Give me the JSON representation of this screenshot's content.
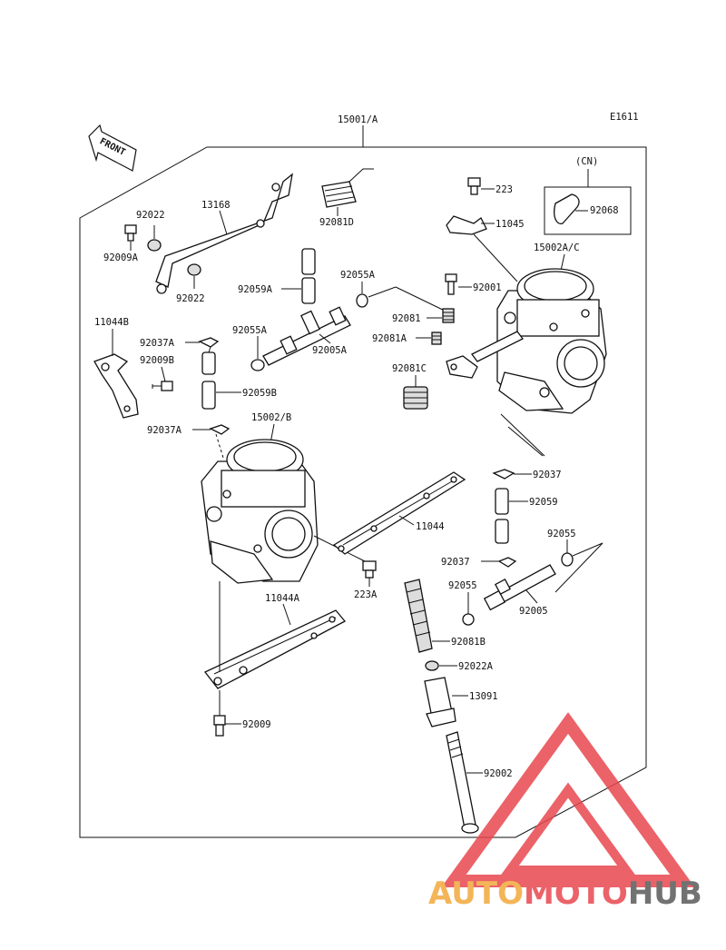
{
  "diagram_code": "E1611",
  "front_label": "FRONT",
  "assembly_label": "15001/A",
  "variant_label": "(CN)",
  "parts": {
    "p223": "223",
    "p11045": "11045",
    "p92068": "92068",
    "p15002ac": "15002A/C",
    "p92001": "92001",
    "p92081": "92081",
    "p92081a": "92081A",
    "p92081c": "92081C",
    "p92081d": "92081D",
    "p13168": "13168",
    "p92022": "92022",
    "p92009a": "92009A",
    "p92022b": "92022",
    "p92059a": "92059A",
    "p92055a_top": "92055A",
    "p11044b": "11044B",
    "p92037a_top": "92037A",
    "p92009b": "92009B",
    "p92055a_left": "92055A",
    "p92005a": "92005A",
    "p92059b": "92059B",
    "p92037a_low": "92037A",
    "p15002b": "15002/B",
    "p92037_top": "92037",
    "p92059": "92059",
    "p92055_r": "92055",
    "p11044": "11044",
    "p92037_low": "92037",
    "p223a": "223A",
    "p92055_c": "92055",
    "p92005": "92005",
    "p11044a": "11044A",
    "p92081b": "92081B",
    "p92022a": "92022A",
    "p13091": "13091",
    "p92009": "92009",
    "p92002": "92002"
  },
  "watermark": {
    "part1": "AUTO",
    "part2": "MOTO",
    "part3": "HUB",
    "colors": {
      "auto": "#f2a93b",
      "moto": "#e8474f",
      "hub": "#5a5a5a",
      "triangle": "#e8474f"
    }
  }
}
